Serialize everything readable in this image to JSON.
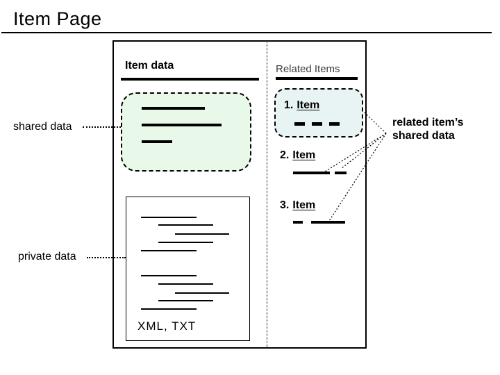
{
  "slide": {
    "title": "Item Page"
  },
  "colors": {
    "shared_box_fill": "#e9f9e9",
    "related_box_fill": "#e8f3f3",
    "line_color": "#000000"
  },
  "item_page": {
    "left_heading": "Item data",
    "right_heading": "Related Items",
    "file_formats": "XML, TXT",
    "related_items": [
      {
        "number": "1.",
        "link": "Item"
      },
      {
        "number": "2.",
        "link": "Item"
      },
      {
        "number": "3.",
        "link": "Item"
      }
    ]
  },
  "labels": {
    "shared": "shared data",
    "private": "private data",
    "related_line1": "related item’s",
    "related_line2": "shared data"
  }
}
